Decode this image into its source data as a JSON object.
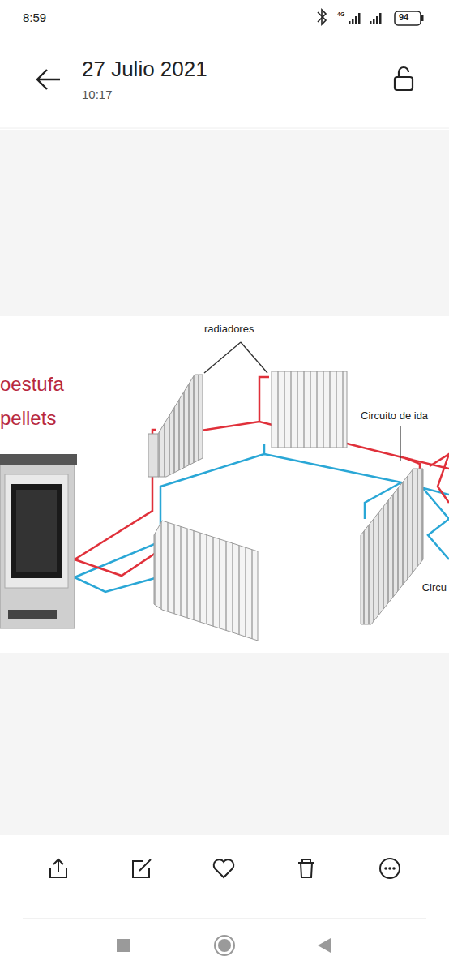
{
  "diagram": {
    "labels": [
      "8:59",
      "4G",
      "94",
      "27 Julio 2021",
      "10:17",
      "radiadores",
      "oestufa",
      "pellets",
      "Circuito de ida",
      "Circu"
    ]
  }
}
